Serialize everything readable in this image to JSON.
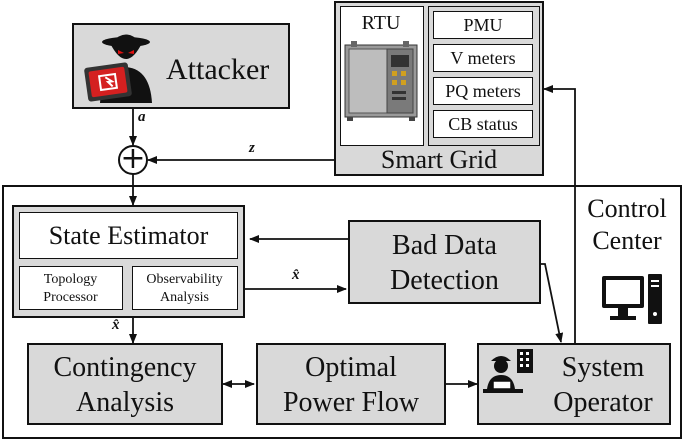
{
  "attacker": {
    "label": "Attacker",
    "icon": "hacker-laptop-icon"
  },
  "smart_grid": {
    "title": "Smart Grid",
    "rtu_label": "RTU",
    "rtu_icon": "rtu-cabinet-icon",
    "meters": [
      "PMU",
      "V meters",
      "PQ meters",
      "CB status"
    ]
  },
  "control_center": {
    "title_line1": "Control",
    "title_line2": "Center",
    "icon": "computer-workstation-icon"
  },
  "state_estimator": {
    "title": "State Estimator",
    "topology_line1": "Topology",
    "topology_line2": "Processor",
    "observability_line1": "Observability",
    "observability_line2": "Analysis"
  },
  "bad_data": {
    "line1": "Bad Data",
    "line2": "Detection"
  },
  "contingency": {
    "line1": "Contingency",
    "line2": "Analysis"
  },
  "opf": {
    "line1": "Optimal",
    "line2": "Power Flow"
  },
  "operator": {
    "line1": "System",
    "line2": "Operator",
    "icon": "operator-icon"
  },
  "signals": {
    "a": "a",
    "z": "z",
    "xhat1": "x̂",
    "xhat2": "x̂"
  },
  "summer_symbol": "+"
}
